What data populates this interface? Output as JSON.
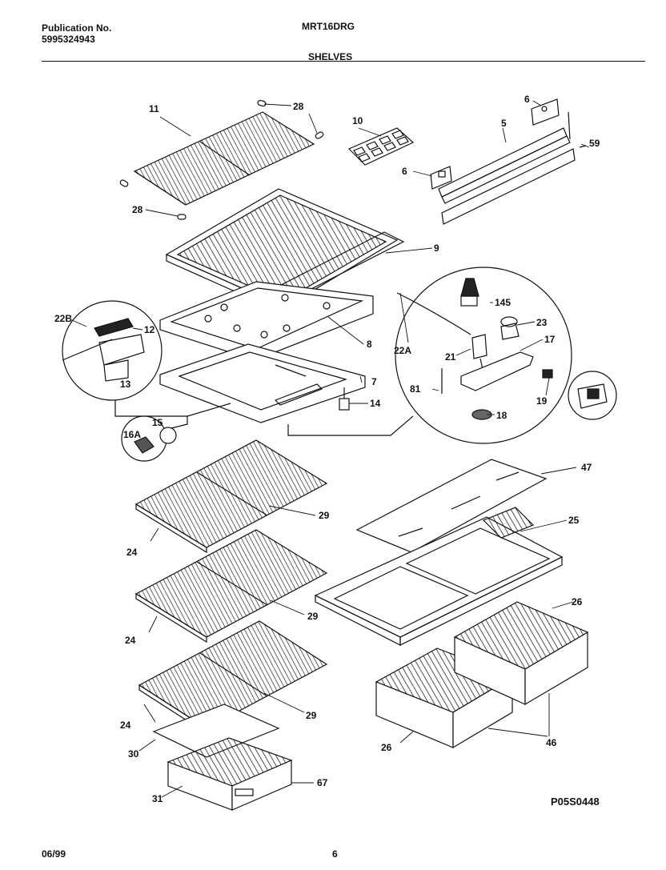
{
  "header": {
    "publication_label": "Publication No.",
    "publication_number": "5995324943",
    "model": "MRT16DRG",
    "section": "SHELVES"
  },
  "drawing_code": "P05S0448",
  "footer": {
    "date": "06/99",
    "page": "6"
  },
  "callouts": [
    "11",
    "28",
    "28",
    "10",
    "6",
    "5",
    "59",
    "6",
    "9",
    "22B",
    "12",
    "13",
    "8",
    "22A",
    "145",
    "23",
    "21",
    "17",
    "81",
    "7",
    "14",
    "19",
    "18",
    "15",
    "16A",
    "47",
    "29",
    "25",
    "24",
    "26",
    "29",
    "24",
    "24",
    "29",
    "30",
    "26",
    "46",
    "31",
    "67"
  ]
}
